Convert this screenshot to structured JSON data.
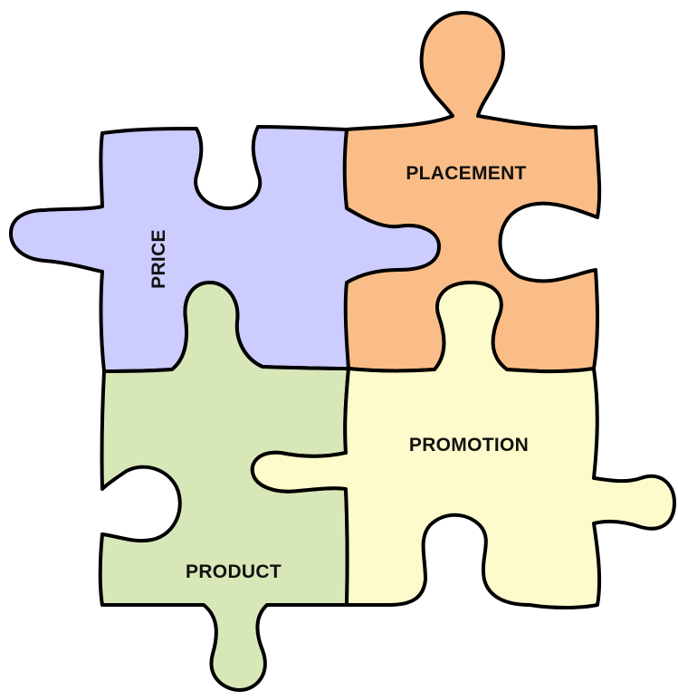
{
  "diagram": {
    "pieces": [
      {
        "id": "price",
        "label": "PRICE",
        "color": "#ccccff"
      },
      {
        "id": "placement",
        "label": "PLACEMENT",
        "color": "#fbbd87"
      },
      {
        "id": "product",
        "label": "PRODUCT",
        "color": "#d8e7b8"
      },
      {
        "id": "promotion",
        "label": "PROMOTION",
        "color": "#fdfbcc"
      }
    ]
  }
}
